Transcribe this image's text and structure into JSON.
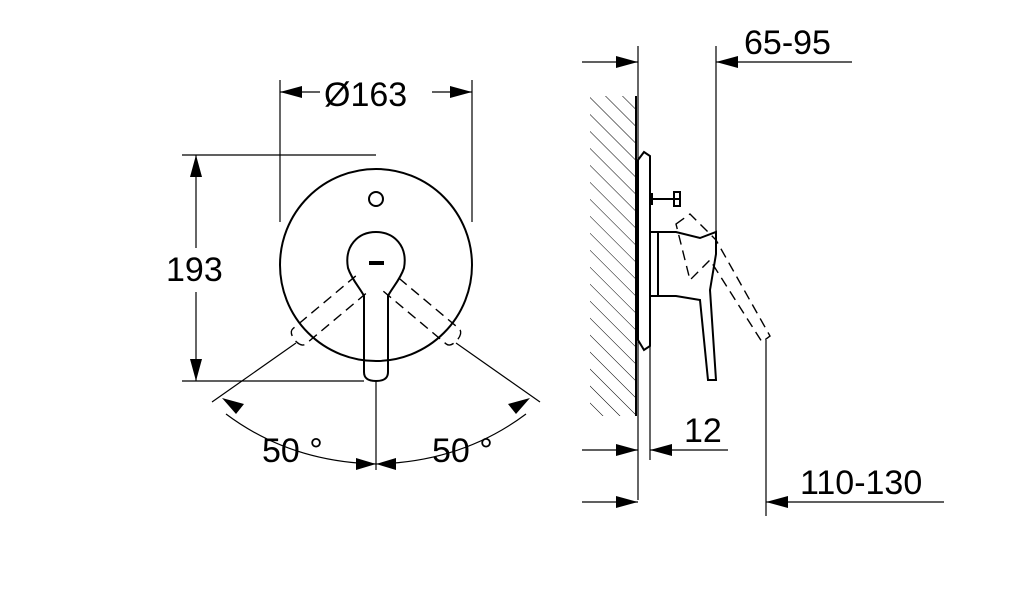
{
  "front_view": {
    "diameter_label": "Ø163",
    "height_label": "193",
    "angle_left_label": "50 °",
    "angle_right_label": "50 °"
  },
  "side_view": {
    "projection_label": "65-95",
    "plate_label": "12",
    "depth_label": "110-130"
  }
}
